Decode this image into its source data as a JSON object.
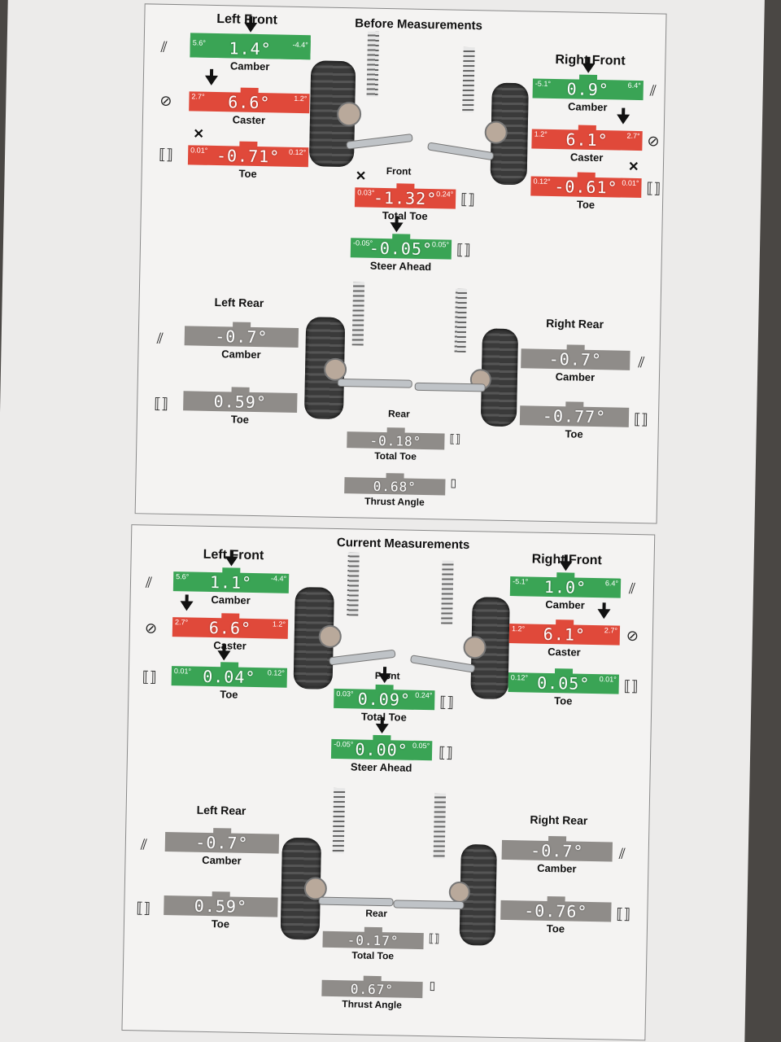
{
  "before": {
    "title": "Before Measurements",
    "front_label": "Front",
    "rear_label": "Rear",
    "left_front": {
      "heading": "Left Front",
      "camber": {
        "label": "Camber",
        "value": "1.4°",
        "min": "5.6°",
        "max": "-4.4°"
      },
      "caster": {
        "label": "Caster",
        "value": "6.6°",
        "min": "2.7°",
        "max": "1.2°"
      },
      "toe": {
        "label": "Toe",
        "value": "-0.71°",
        "min": "0.01°",
        "max": "0.12°"
      }
    },
    "right_front": {
      "heading": "Right Front",
      "camber": {
        "label": "Camber",
        "value": "0.9°",
        "min": "-5.1°",
        "max": "6.4°"
      },
      "caster": {
        "label": "Caster",
        "value": "6.1°",
        "min": "1.2°",
        "max": "2.7°"
      },
      "toe": {
        "label": "Toe",
        "value": "-0.61°",
        "min": "0.12°",
        "max": "0.01°"
      }
    },
    "total_toe_front": {
      "label": "Total Toe",
      "value": "-1.32°",
      "min": "0.03°",
      "max": "0.24°"
    },
    "steer_ahead": {
      "label": "Steer Ahead",
      "value": "-0.05°",
      "min": "-0.05°",
      "max": "0.05°"
    },
    "left_rear": {
      "heading": "Left Rear",
      "camber": {
        "label": "Camber",
        "value": "-0.7°"
      },
      "toe": {
        "label": "Toe",
        "value": "0.59°"
      }
    },
    "right_rear": {
      "heading": "Right Rear",
      "camber": {
        "label": "Camber",
        "value": "-0.7°"
      },
      "toe": {
        "label": "Toe",
        "value": "-0.77°"
      }
    },
    "total_toe_rear": {
      "label": "Total Toe",
      "value": "-0.18°"
    },
    "thrust_angle": {
      "label": "Thrust Angle",
      "value": "0.68°"
    }
  },
  "current": {
    "title": "Current Measurements",
    "front_label": "Front",
    "rear_label": "Rear",
    "left_front": {
      "heading": "Left Front",
      "camber": {
        "label": "Camber",
        "value": "1.1°",
        "min": "5.6°",
        "max": "-4.4°"
      },
      "caster": {
        "label": "Caster",
        "value": "6.6°",
        "min": "2.7°",
        "max": "1.2°"
      },
      "toe": {
        "label": "Toe",
        "value": "0.04°",
        "min": "0.01°",
        "max": "0.12°"
      }
    },
    "right_front": {
      "heading": "Right Front",
      "camber": {
        "label": "Camber",
        "value": "1.0°",
        "min": "-5.1°",
        "max": "6.4°"
      },
      "caster": {
        "label": "Caster",
        "value": "6.1°",
        "min": "1.2°",
        "max": "2.7°"
      },
      "toe": {
        "label": "Toe",
        "value": "0.05°",
        "min": "0.12°",
        "max": "0.01°"
      }
    },
    "total_toe_front": {
      "label": "Total Toe",
      "value": "0.09°",
      "min": "0.03°",
      "max": "0.24°"
    },
    "steer_ahead": {
      "label": "Steer Ahead",
      "value": "0.00°",
      "min": "-0.05°",
      "max": "0.05°"
    },
    "left_rear": {
      "heading": "Left Rear",
      "camber": {
        "label": "Camber",
        "value": "-0.7°"
      },
      "toe": {
        "label": "Toe",
        "value": "0.59°"
      }
    },
    "right_rear": {
      "heading": "Right Rear",
      "camber": {
        "label": "Camber",
        "value": "-0.7°"
      },
      "toe": {
        "label": "Toe",
        "value": "-0.76°"
      }
    },
    "total_toe_rear": {
      "label": "Total Toe",
      "value": "-0.17°"
    },
    "thrust_angle": {
      "label": "Thrust Angle",
      "value": "0.67°"
    }
  },
  "colors": {
    "in_spec": "#3aa455",
    "out_of_spec": "#e0493a",
    "no_spec": "#8f8c89"
  }
}
